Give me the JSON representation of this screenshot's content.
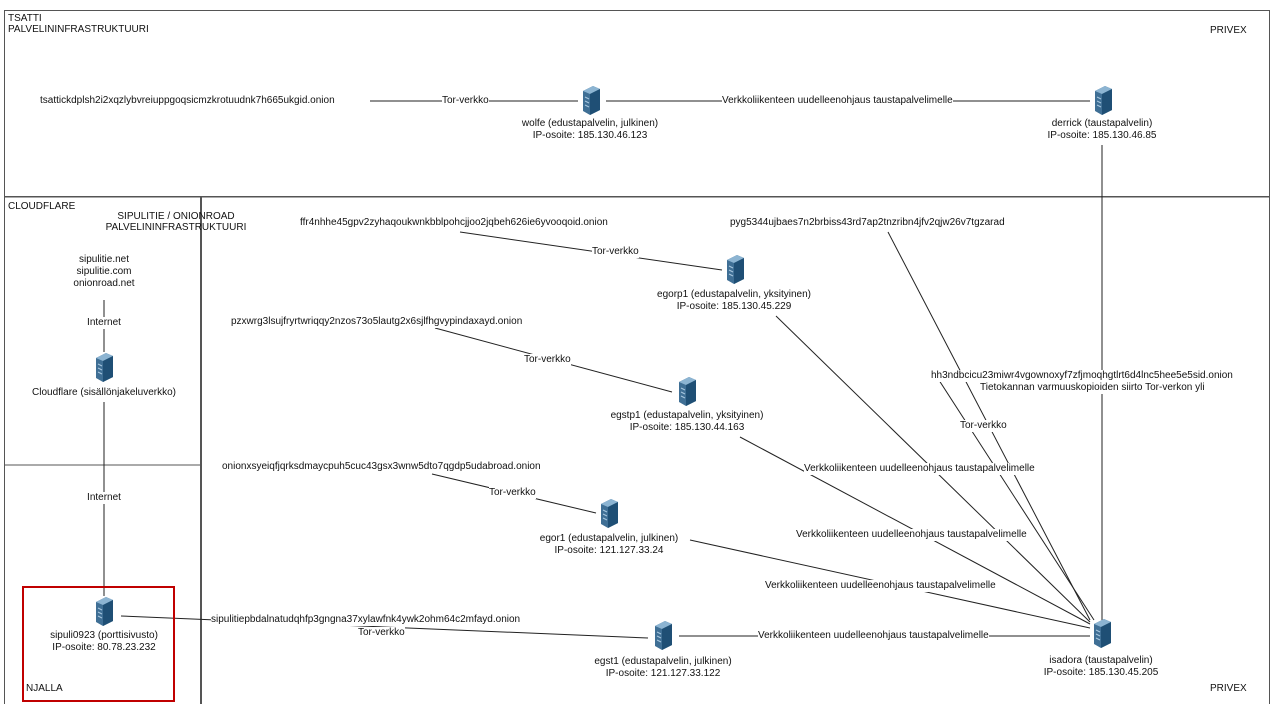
{
  "regions": {
    "tsatti": "TSATTI\nPALVELININFRASTRUKTUURI",
    "privex_top": "PRIVEX",
    "privex_bottom": "PRIVEX",
    "cloudflare": "CLOUDFLARE",
    "sipulitie": "SIPULITIE / ONIONROAD\nPALVELININFRASTRUKTUURI",
    "njalla": "NJALLA"
  },
  "nodes": {
    "wolfe": {
      "name": "wolfe (edustapalvelin, julkinen)",
      "ip": "IP-osoite: 185.130.46.123"
    },
    "derrick": {
      "name": "derrick (taustapalvelin)",
      "ip": "IP-osoite: 185.130.46.85"
    },
    "egorp1": {
      "name": "egorp1 (edustapalvelin, yksityinen)",
      "ip": "IP-osoite: 185.130.45.229"
    },
    "egstp1": {
      "name": "egstp1 (edustapalvelin, yksityinen)",
      "ip": "IP-osoite: 185.130.44.163"
    },
    "egor1": {
      "name": "egor1 (edustapalvelin, julkinen)",
      "ip": "IP-osoite: 121.127.33.24"
    },
    "egst1": {
      "name": "egst1 (edustapalvelin, julkinen)",
      "ip": "IP-osoite: 121.127.33.122"
    },
    "isadora": {
      "name": "isadora (taustapalvelin)",
      "ip": "IP-osoite: 185.130.45.205"
    },
    "sipuli": {
      "name": "sipuli0923 (porttisivusto)",
      "ip": "IP-osoite: 80.78.23.232"
    },
    "cloudflare": {
      "name": "Cloudflare (sisällönjakeluverkko)"
    }
  },
  "onions": {
    "tsatti": "tsattickdplsh2i2xqzlybvreiuppgoqsicmzkrotuudnk7h665ukgid.onion",
    "egorp1": "ffr4nhhe45gpv2zyhaqoukwnkbblpohcjjoo2jqbeh626ie6yvooqoid.onion",
    "egstp1": "pzxwrg3lsujfryrtwriqqy2nzos73o5lautg2x6sjlfhgvypindaxayd.onion",
    "egor1": "onionxsyeiqfjqrksdmaycpuh5cuc43gsx3wnw5dto7qgdp5udabroad.onion",
    "egst1": "sipulitiepbdalnatudqhfp3gngna37xylawfnk4ywk2ohm64c2mfayd.onion",
    "isadora": "pyg5344ujbaes7n2brbiss43rd7ap2tnzribn4jfv2qjw26v7tgzarad",
    "backup": "hh3ndbcicu23miwr4vgownoxyf7zfjmoqhgtlrt6d4lnc5hee5e5sid.onion"
  },
  "edge_labels": {
    "tor": "Tor-verkko",
    "redirect": "Verkkoliikenteen uudelleenohjaus taustapalvelimelle",
    "internet": "Internet",
    "backup_transfer": "Tietokannan varmuuskopioiden siirto Tor-verkon yli",
    "domains": "sipulitie.net\nsipulitie.com\nonionroad.net"
  }
}
